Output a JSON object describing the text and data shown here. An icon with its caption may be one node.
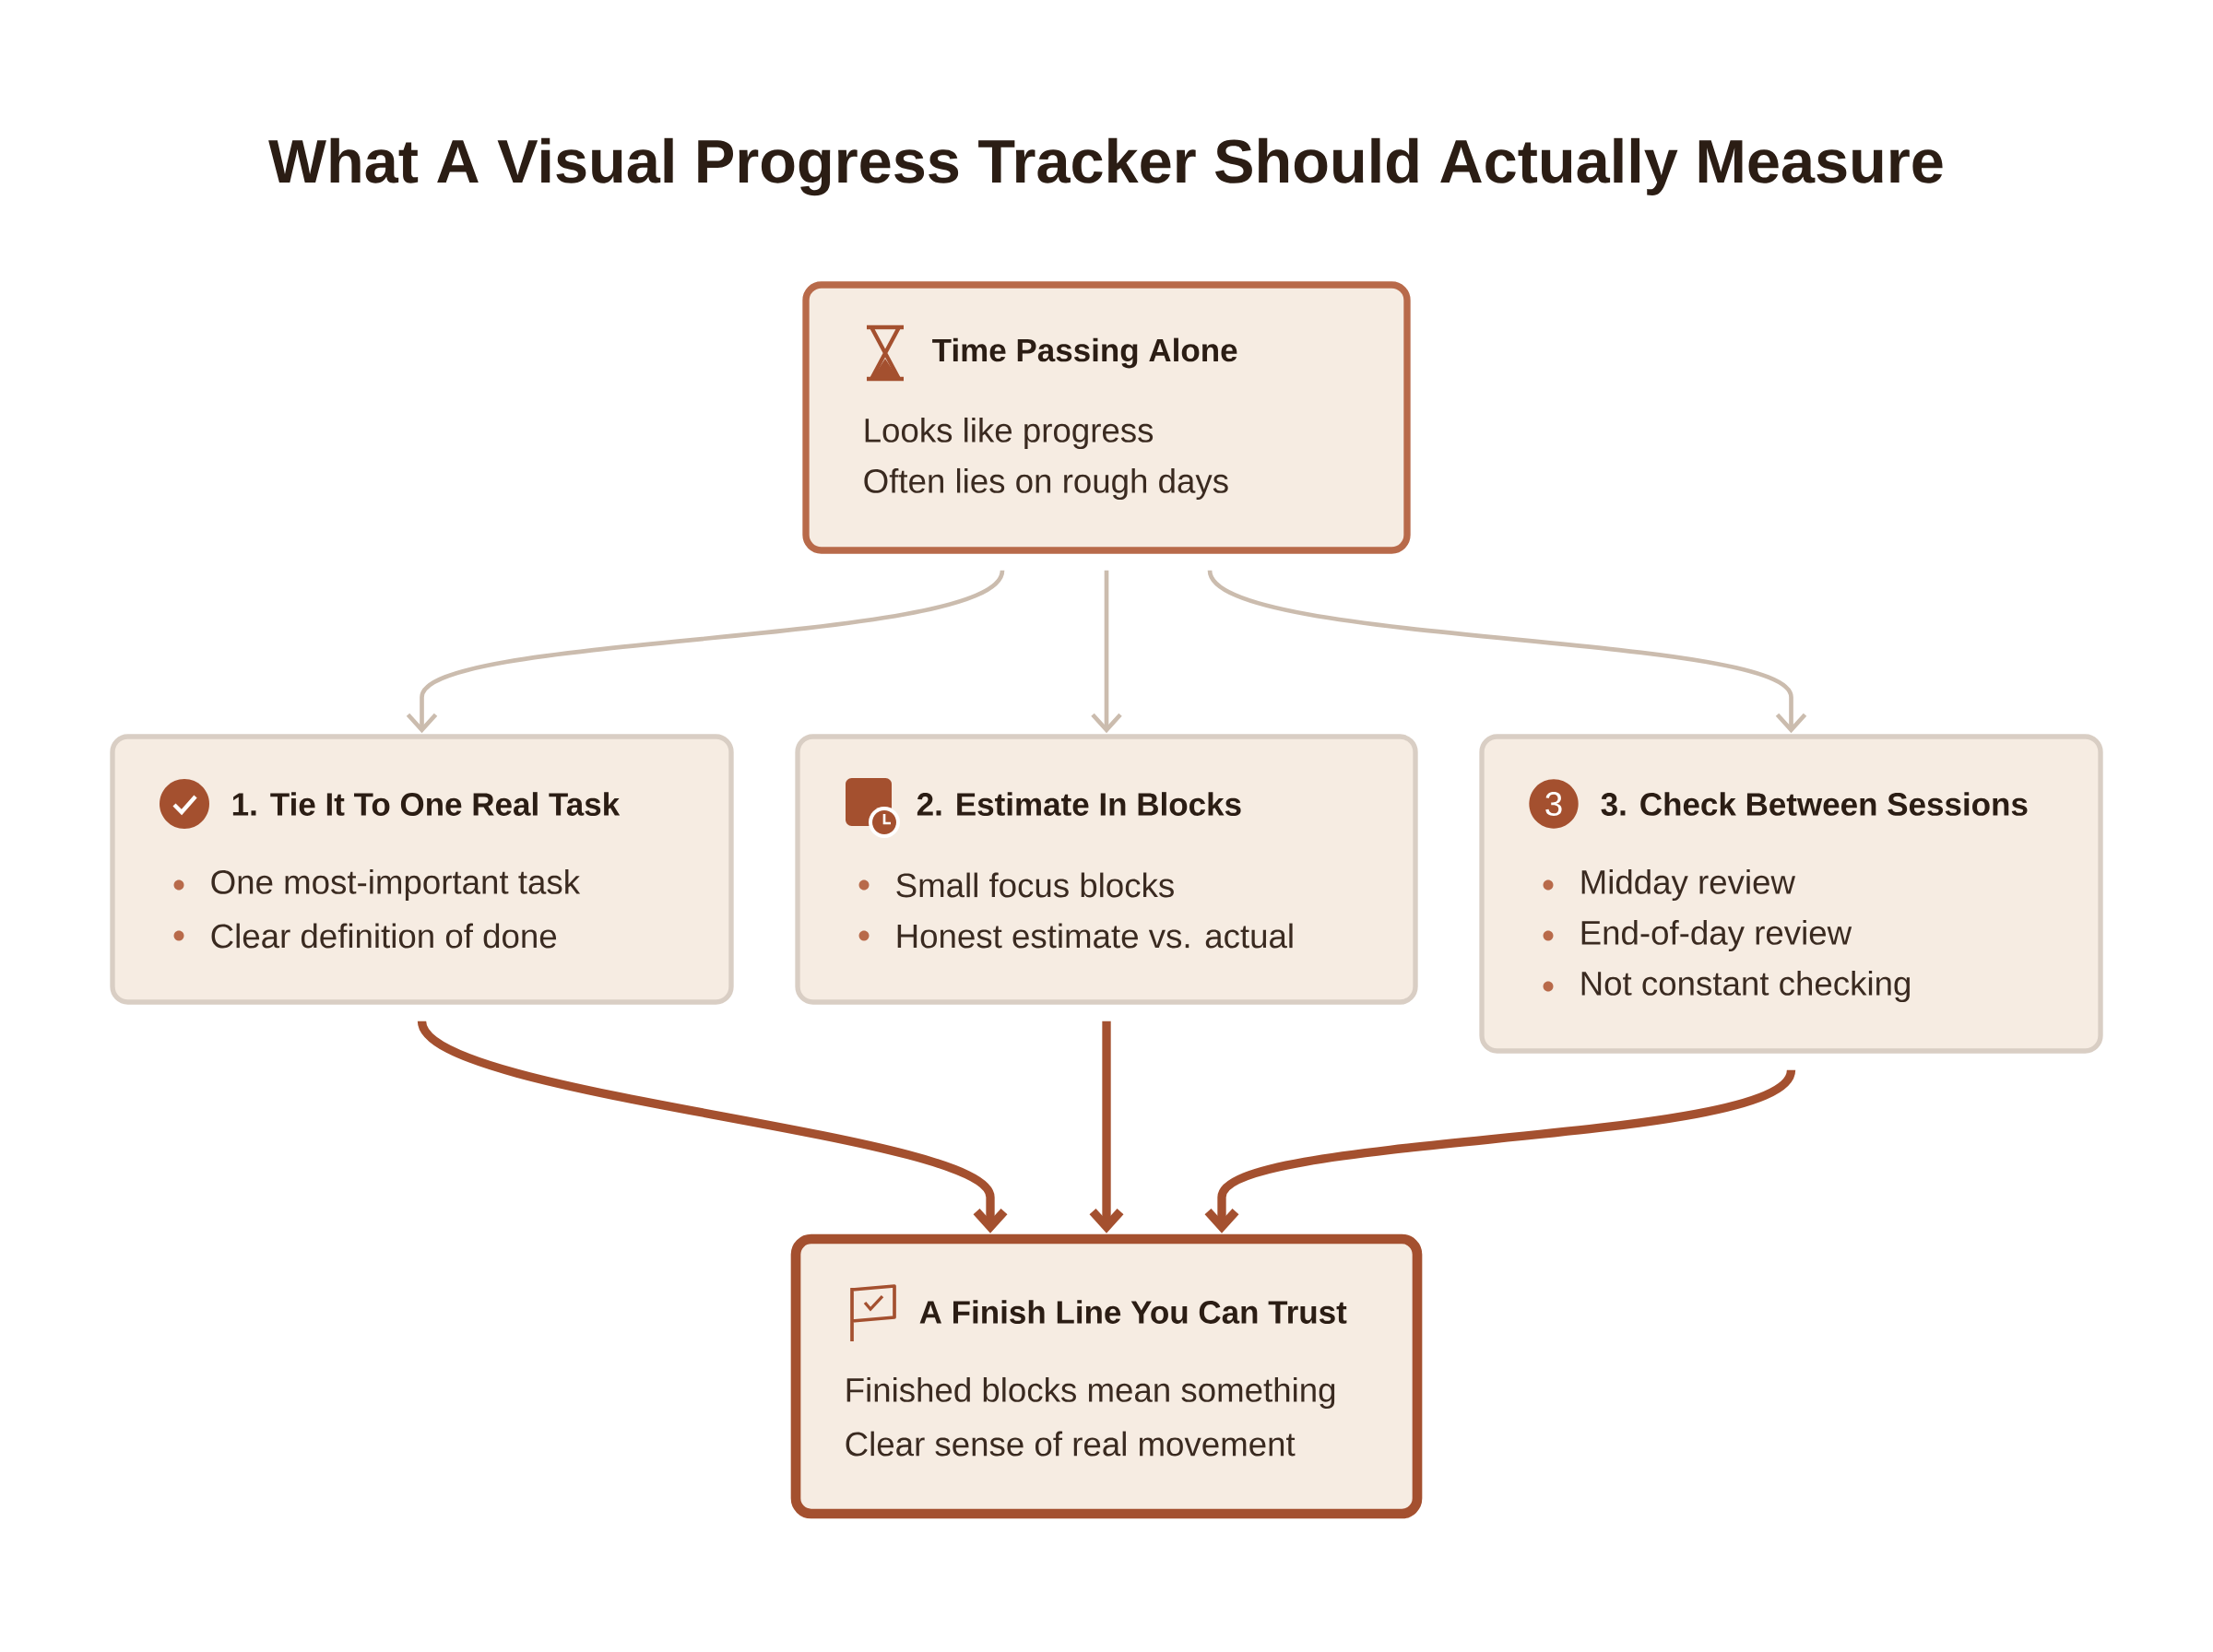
{
  "diagram": {
    "title": "What A Visual Progress Tracker Should Actually Measure",
    "nodes": [
      {
        "text": [
          "Time Passing Alone",
          "Looks like progress",
          "Often lies on rough days"
        ]
      },
      {
        "text": [
          "1. Tie It To One Real Task",
          "One most-important task",
          "Clear definition of done"
        ]
      },
      {
        "text": [
          "2. Estimate In Blocks",
          "Small focus blocks",
          "Honest estimate vs. actual"
        ]
      },
      {
        "text": [
          "3. Check Between Sessions",
          "Midday review",
          "End-of-day review",
          "Not constant checking"
        ]
      },
      {
        "text": [
          "A Finish Line You Can Trust",
          "Finished blocks mean something",
          "Clear sense of real movement"
        ]
      }
    ],
    "edges": [
      {
        "from": 0,
        "to": 1,
        "arrow": "to",
        "color": "#cbbcae"
      },
      {
        "from": 0,
        "to": 2,
        "arrow": "to",
        "color": "#cbbcae"
      },
      {
        "from": 0,
        "to": 3,
        "arrow": "to",
        "color": "#cbbcae"
      },
      {
        "from": 1,
        "to": 4,
        "arrow": "to",
        "style": "thick",
        "color": "#a4502f"
      },
      {
        "from": 2,
        "to": 4,
        "arrow": "to",
        "style": "thick",
        "color": "#a4502f"
      },
      {
        "from": 3,
        "to": 4,
        "arrow": "to",
        "style": "thick",
        "color": "#a4502f"
      }
    ],
    "labels": [
      "3"
    ]
  }
}
